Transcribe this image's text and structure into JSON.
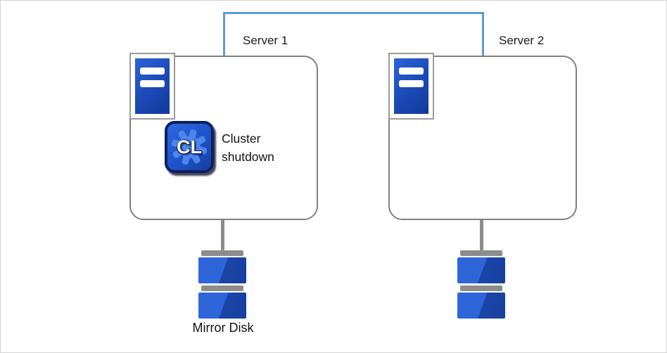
{
  "diagram": {
    "servers": [
      {
        "label": "Server 1"
      },
      {
        "label": "Server 2"
      }
    ],
    "cluster_status": {
      "line1": "Cluster",
      "line2": "shutdown"
    },
    "cl_badge": "CL",
    "mirror_disk_label": "Mirror Disk",
    "colors": {
      "interconnect_blue": "#5B9BD5",
      "outline_gray": "#808080",
      "server_icon_blue": "#1b49b4",
      "disk_blue_light": "#2e66da",
      "disk_blue_dark": "#16409f",
      "disk_cap_gray": "#8c8c8c",
      "cl_border_navy": "#0c1f63",
      "cl_gear_blue": "#4d86ec"
    }
  }
}
